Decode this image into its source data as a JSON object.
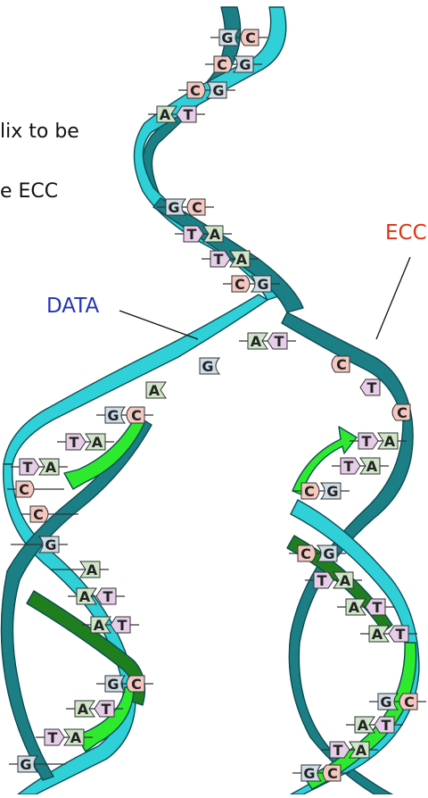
{
  "intro_text": {
    "line1": "lix to be",
    "line2": "e ECC"
  },
  "labels": {
    "data": "DATA",
    "ecc": "ECC"
  },
  "colors": {
    "strand_light": "#2fd0d8",
    "strand_dark": "#1c7f86",
    "strand_edge": "#0c4c52",
    "arrow_light": "#2eea2e",
    "arrow_dark": "#1f7f1f",
    "label_data": "#2233bb",
    "label_ecc": "#dd3311",
    "base_g": "#cfdde8",
    "base_c": "#f4c8c0",
    "base_a": "#cfe6c8",
    "base_t": "#e6cde8"
  },
  "bases": {
    "trunk": [
      {
        "l": "G",
        "r": "C"
      },
      {
        "l": "C",
        "r": "G"
      },
      {
        "l": "C",
        "r": "G"
      },
      {
        "l": "A",
        "r": "T"
      },
      {
        "l": "G",
        "r": "C"
      },
      {
        "l": "T",
        "r": "A"
      },
      {
        "l": "T",
        "r": "A"
      },
      {
        "l": "C",
        "r": "G"
      },
      {
        "l": "A",
        "r": "T"
      }
    ],
    "fork_loose_left": [
      "G",
      "A"
    ],
    "fork_loose_right": [
      "C",
      "T",
      "C"
    ],
    "left_branch": [
      {
        "l": "G",
        "r": "C"
      },
      {
        "l": "T",
        "r": "A"
      },
      {
        "l": "T",
        "r": "A"
      },
      {
        "l": "C",
        "r": ""
      },
      {
        "l": "C",
        "r": ""
      },
      {
        "l": "",
        "r": "G"
      },
      {
        "l": "",
        "r": "A"
      },
      {
        "l": "A",
        "r": "T"
      },
      {
        "l": "A",
        "r": "T"
      },
      {
        "l": "G",
        "r": "C"
      },
      {
        "l": "A",
        "r": "T"
      },
      {
        "l": "T",
        "r": "A"
      },
      {
        "l": "G",
        "r": ""
      }
    ],
    "right_branch": [
      {
        "l": "T",
        "r": "A"
      },
      {
        "l": "T",
        "r": "A"
      },
      {
        "l": "C",
        "r": "G"
      },
      {
        "l": "C",
        "r": "G"
      },
      {
        "l": "T",
        "r": "A"
      },
      {
        "l": "A",
        "r": "T"
      },
      {
        "l": "A",
        "r": "T"
      },
      {
        "l": "G",
        "r": "C"
      },
      {
        "l": "A",
        "r": "T"
      },
      {
        "l": "T",
        "r": "A"
      },
      {
        "l": "G",
        "r": "C"
      }
    ]
  }
}
